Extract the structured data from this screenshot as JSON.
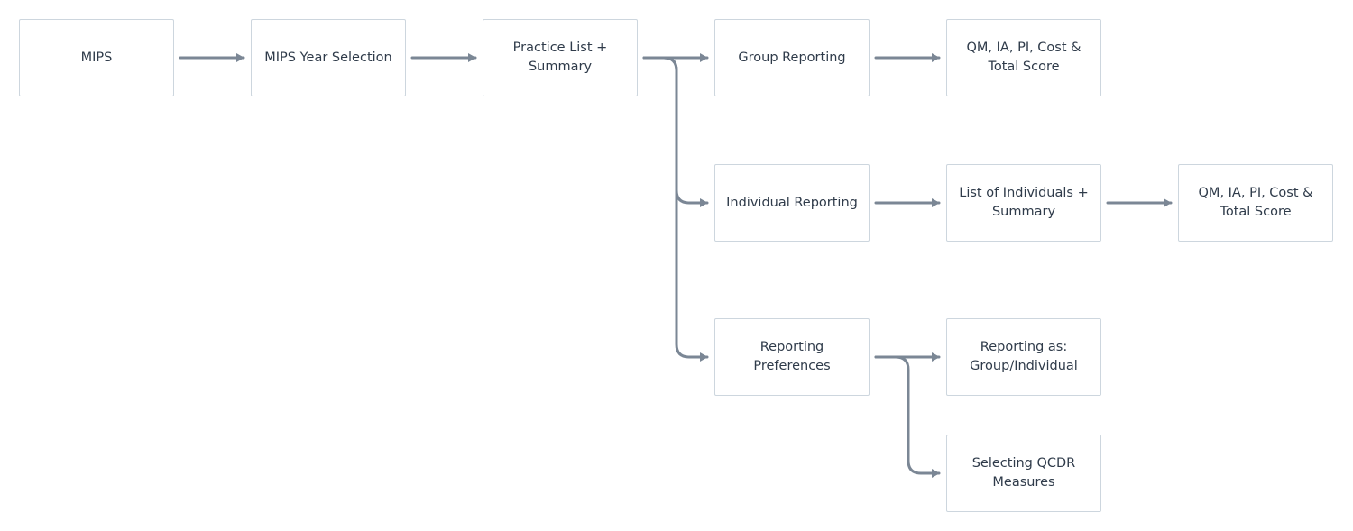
{
  "diagram": {
    "line_color": "#7b8795",
    "box_border_color": "#cdd6de",
    "text_color": "#2f3b4a",
    "nodes": {
      "mips": "MIPS",
      "year_selection": "MIPS Year Selection",
      "practice_list": "Practice List +\nSummary",
      "group_reporting": "Group Reporting",
      "group_scores": "QM, IA, PI, Cost &\nTotal Score",
      "individual_reporting": "Individual Reporting",
      "list_individuals": "List of Individuals +\nSummary",
      "individual_scores": "QM, IA, PI, Cost &\nTotal Score",
      "reporting_preferences": "Reporting\nPreferences",
      "reporting_as": "Reporting as:\nGroup/Individual",
      "qcdr_measures": "Selecting QCDR\nMeasures"
    }
  }
}
